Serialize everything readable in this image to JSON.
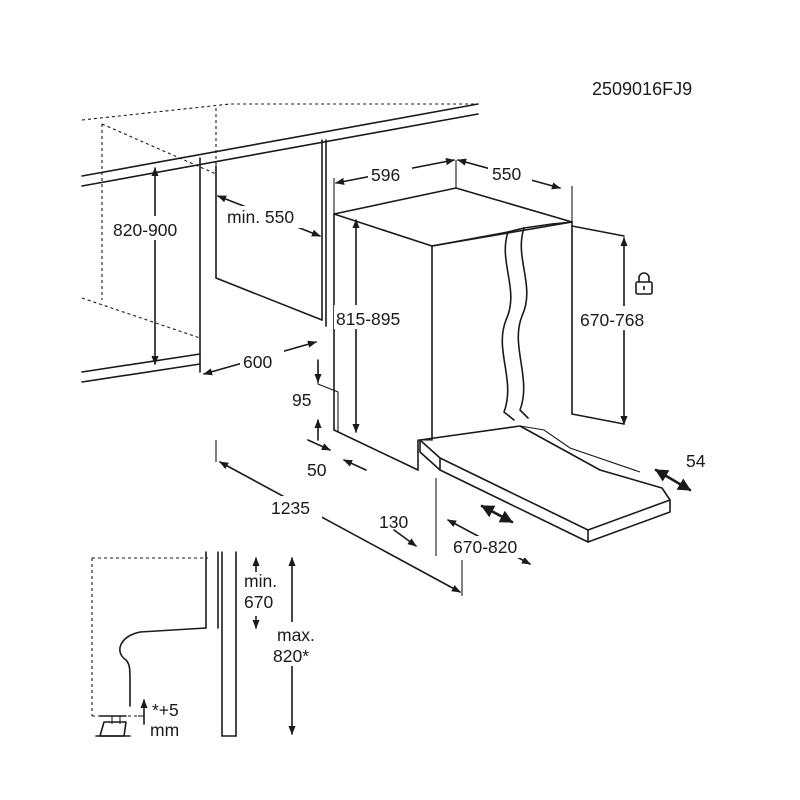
{
  "code": "2509016FJ9",
  "dimensions": {
    "niche_height": "820-900",
    "min_depth": "min. 550",
    "niche_depth": "600",
    "appliance_width": "596",
    "appliance_depth": "550",
    "appliance_height": "815-895",
    "door_panel_height": "670-768",
    "plinth_height": "95",
    "plinth_depth": "50",
    "total_length": "1235",
    "gap_130": "130",
    "door_range": "670-820",
    "door_travel": "54"
  },
  "detail": {
    "min_label": "min.",
    "min_value": "670",
    "max_label": "max.",
    "max_value": "820*",
    "adjust_label": "*+5",
    "adjust_unit": "mm"
  },
  "icons": [
    "lock-icon"
  ]
}
